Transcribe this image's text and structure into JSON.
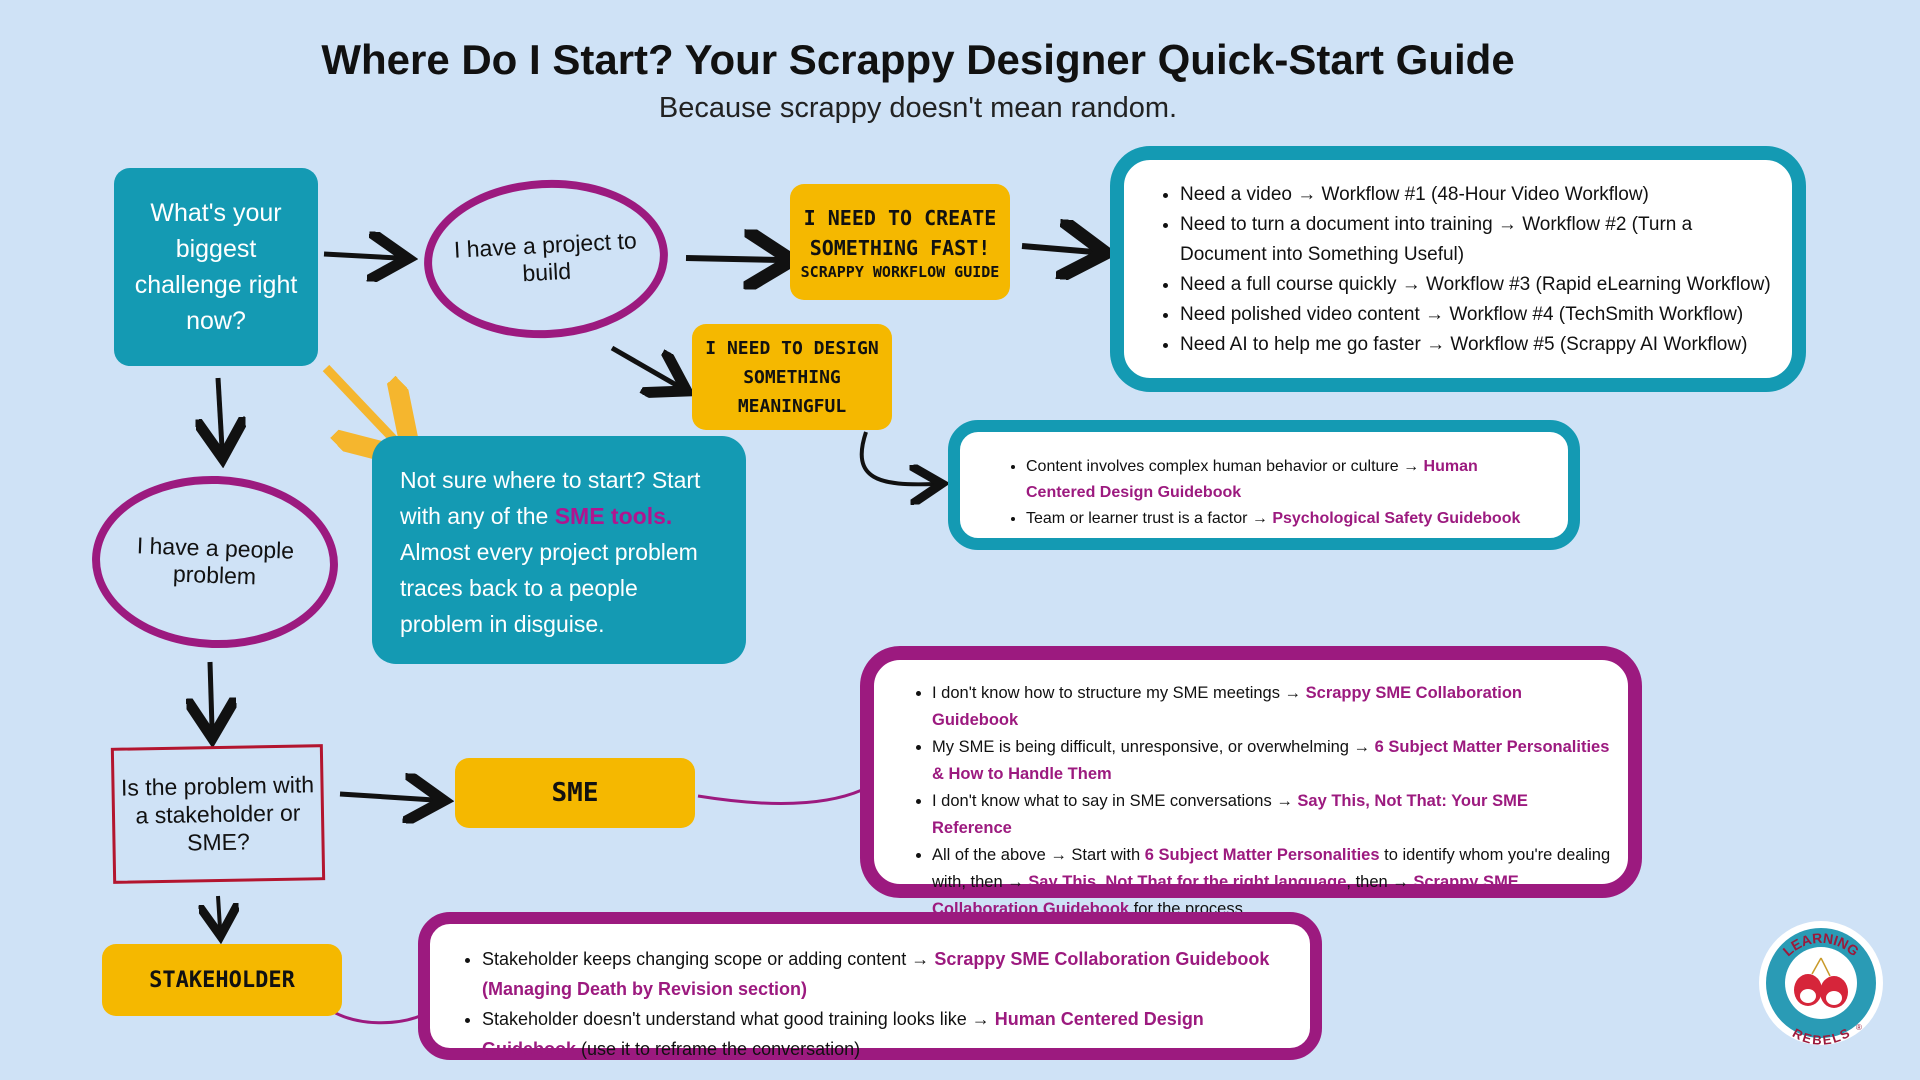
{
  "header": {
    "title": "Where Do I Start? Your Scrappy Designer Quick-Start Guide",
    "subtitle": "Because scrappy doesn't mean random."
  },
  "nodes": {
    "main_question": "What's your biggest challenge right now?",
    "project": "I have a project to build",
    "people": "I have a people problem",
    "create_fast": "I NEED TO CREATE SOMETHING FAST!",
    "create_fast_sub": "SCRAPPY WORKFLOW GUIDE",
    "design_meaningful": "I NEED TO DESIGN SOMETHING MEANINGFUL",
    "stakeholder_question": "Is the problem with a stakeholder or SME?",
    "sme": "SME",
    "stakeholder": "STAKEHOLDER"
  },
  "sme_tools": {
    "prefix": "Not sure where to start? Start with any of the ",
    "highlight": "SME tools.",
    "suffix": " Almost every project problem traces back to a people problem in disguise."
  },
  "workflow_list": [
    "Need a video → Workflow #1 (48-Hour Video Workflow)",
    "Need to turn a document into training → Workflow #2 (Turn a Document into Something Useful)",
    "Need a full course quickly → Workflow #3 (Rapid eLearning Workflow)",
    "Need polished video content → Workflow #4 (TechSmith Workflow)",
    "Need AI to help me go faster → Workflow #5 (Scrappy AI Workflow)"
  ],
  "design_list": [
    {
      "text": "Content involves complex human behavior or culture → ",
      "link": "Human Centered Design Guidebook"
    },
    {
      "text": "Team or learner trust is a factor → ",
      "link": "Psychological Safety Guidebook"
    }
  ],
  "sme_list": {
    "item1_text": "I don't know how to structure my SME meetings → ",
    "item1_link": "Scrappy SME Collaboration Guidebook",
    "item2_text": "My SME is being difficult, unresponsive, or overwhelming → ",
    "item2_link": "6 Subject Matter Personalities & How to Handle Them",
    "item3_text": "I don't know what to say in SME conversations → ",
    "item3_link": "Say This, Not That: Your SME Reference",
    "item4_a": "All of the above → Start with ",
    "item4_link1": "6 Subject Matter Personalities",
    "item4_b": " to identify whom you're dealing with, then → ",
    "item4_link2": "Say This, Not That for the right language",
    "item4_c": ", then → ",
    "item4_link3": "Scrappy SME Collaboration Guidebook",
    "item4_d": " for the process"
  },
  "stakeholder_list": {
    "item1_text": "Stakeholder keeps changing scope or adding content → ",
    "item1_link": "Scrappy SME Collaboration Guidebook (Managing Death by Revision section)",
    "item2_text": "Stakeholder doesn't understand what good training looks like → ",
    "item2_link": "Human Centered Design Guidebook",
    "item2_suffix": " (use it to reframe the conversation)"
  },
  "logo": {
    "top_text": "LEARNING",
    "bottom_text": "REBELS",
    "mark": "®"
  },
  "colors": {
    "background": "#cfe2f6",
    "teal": "#149ab3",
    "magenta": "#9c1a7f",
    "yellow": "#f5b800",
    "orange_arrow": "#f5b62e",
    "red_border": "#b3152f"
  }
}
